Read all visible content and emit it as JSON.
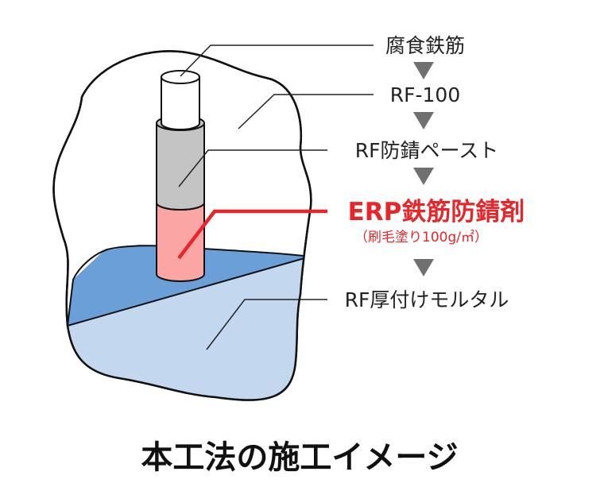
{
  "labels": {
    "corroded_rebar": "腐食鉄筋",
    "rf100": "RF-100",
    "rust_paste": "RF防錆ペースト",
    "erp_agent": "ERP鉄筋防錆剤",
    "erp_note": "（刷毛塗り100g/㎡）",
    "mortar": "RF厚付けモルタル"
  },
  "title": "本工法の施工イメージ",
  "colors": {
    "highlight": "#e8262a",
    "rebar_core": "#ffffff",
    "rf100_layer": "#c4c4c4",
    "erp_layer": "#fba5a5",
    "mortar_top": "#6a9fd8",
    "mortar_front": "#c3d8ef",
    "arrow": "#707070"
  },
  "icons": [
    "down-arrow-icon",
    "down-arrow-icon",
    "down-arrow-icon",
    "down-arrow-icon"
  ]
}
